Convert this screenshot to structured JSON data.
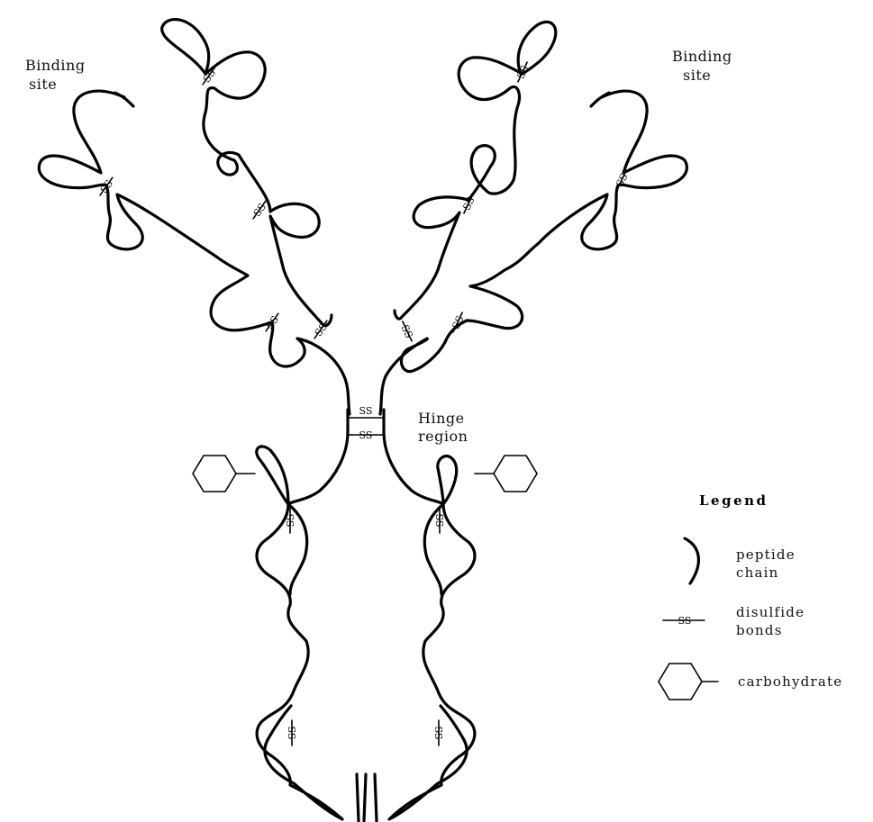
{
  "labels": {
    "binding_site_left": [
      "Binding",
      "site"
    ],
    "binding_site_right": [
      "Binding",
      "site"
    ],
    "hinge_region": [
      "Hinge",
      "region"
    ]
  },
  "ss_mark": "SS",
  "legend": {
    "title": "Legend",
    "items": [
      {
        "symbol": "peptide-chain-symbol",
        "text": [
          "peptide",
          "chain"
        ]
      },
      {
        "symbol": "disulfide-bond-symbol",
        "text": [
          "disulfide",
          "bonds"
        ]
      },
      {
        "symbol": "carbohydrate-symbol",
        "text": [
          "carbohydrate"
        ]
      }
    ]
  }
}
